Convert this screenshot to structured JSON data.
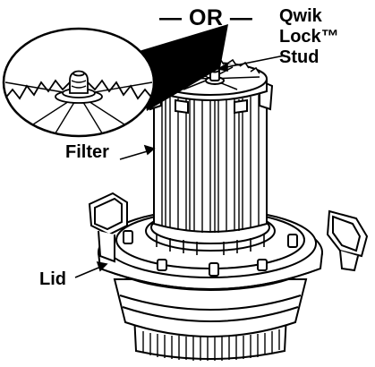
{
  "labels": {
    "or": "— OR —",
    "stud_line1": "Qwik",
    "stud_line2": "Lock™",
    "stud_line3": "Stud",
    "filter": "Filter",
    "lid": "Lid"
  },
  "icons": [
    "magnified-stud-detail",
    "filter-cartridge",
    "vacuum-lid"
  ],
  "colors": {
    "ink": "#000000",
    "paper": "#ffffff"
  }
}
